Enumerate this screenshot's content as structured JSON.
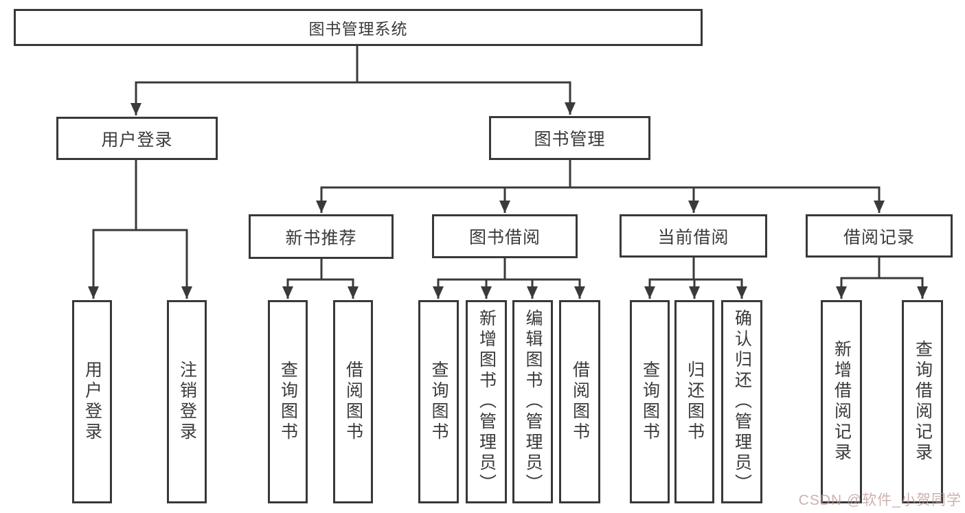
{
  "title": "图书管理系统",
  "diagram_type": "hierarchy-tree",
  "colors": {
    "line": "#3a3a3a",
    "box_border": "#383838",
    "box_fill": "#ffffff",
    "text": "#3a3a3a",
    "watermark": "#be9696",
    "background": "#ffffff"
  },
  "tree": {
    "label": "图书管理系统",
    "children": [
      {
        "label": "用户登录",
        "children": [
          {
            "label": "用户登录"
          },
          {
            "label": "注销登录"
          }
        ]
      },
      {
        "label": "图书管理",
        "children": [
          {
            "label": "新书推荐",
            "children": [
              {
                "label": "查询图书"
              },
              {
                "label": "借阅图书"
              }
            ]
          },
          {
            "label": "图书借阅",
            "children": [
              {
                "label": "查询图书"
              },
              {
                "label": "新增图书（管理员）"
              },
              {
                "label": "编辑图书（管理员）"
              },
              {
                "label": "借阅图书"
              }
            ]
          },
          {
            "label": "当前借阅",
            "children": [
              {
                "label": "查询图书"
              },
              {
                "label": "归还图书"
              },
              {
                "label": "确认归还（管理员）"
              }
            ]
          },
          {
            "label": "借阅记录",
            "children": [
              {
                "label": "新增借阅记录"
              },
              {
                "label": "查询借阅记录"
              }
            ]
          }
        ]
      }
    ]
  },
  "watermark": {
    "text": "CSDN @软件_小贺同学"
  }
}
